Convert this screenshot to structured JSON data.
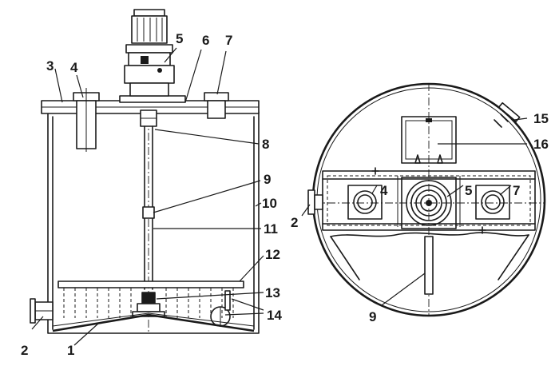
{
  "callouts": {
    "front": [
      "1",
      "2",
      "3",
      "4",
      "5",
      "6",
      "7",
      "8",
      "9",
      "10",
      "11",
      "12",
      "13",
      "14"
    ],
    "top": [
      "2",
      "4",
      "5",
      "7",
      "9",
      "15",
      "16"
    ]
  }
}
